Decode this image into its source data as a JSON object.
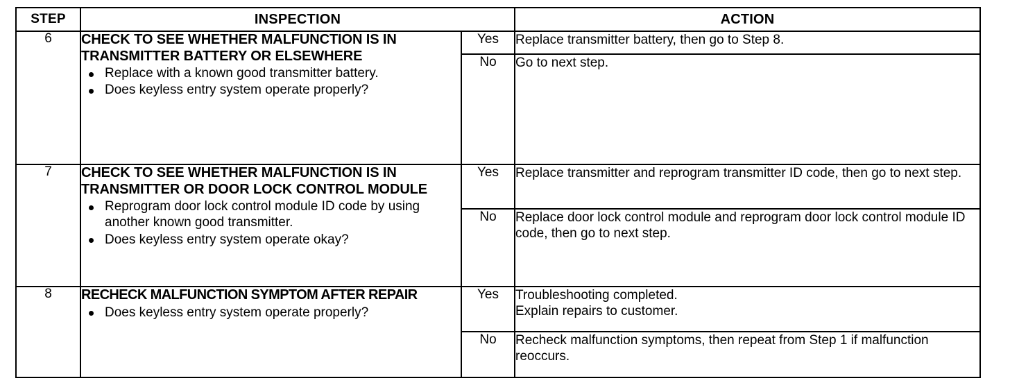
{
  "table": {
    "headers": {
      "step": "STEP",
      "inspection": "INSPECTION",
      "action": "ACTION"
    },
    "rows": [
      {
        "step": "6",
        "inspection_title": "CHECK TO SEE WHETHER MALFUNCTION IS IN TRANSMITTER BATTERY OR ELSEWHERE",
        "bullets": [
          "Replace with a known good transmitter battery.",
          "Does keyless entry system operate properly?"
        ],
        "branches": [
          {
            "label": "Yes",
            "action_lines": [
              "Replace transmitter battery, then go to Step 8."
            ]
          },
          {
            "label": "No",
            "action_lines": [
              "Go to next step."
            ]
          }
        ]
      },
      {
        "step": "7",
        "inspection_title": "CHECK TO SEE WHETHER MALFUNCTION IS IN TRANSMITTER OR DOOR LOCK CONTROL MODULE",
        "bullets": [
          "Reprogram door lock control module ID code by using another known good transmitter.",
          "Does keyless entry system operate okay?"
        ],
        "branches": [
          {
            "label": "Yes",
            "action_lines": [
              "Replace transmitter and reprogram transmitter ID code, then go to next step."
            ]
          },
          {
            "label": "No",
            "action_lines": [
              "Replace door lock control module and reprogram door lock control module ID code, then go to next step."
            ]
          }
        ]
      },
      {
        "step": "8",
        "inspection_title": "RECHECK MALFUNCTION SYMPTOM AFTER REPAIR",
        "bullets": [
          "Does keyless entry system operate properly?"
        ],
        "branches": [
          {
            "label": "Yes",
            "action_lines": [
              "Troubleshooting completed.",
              "Explain repairs to customer."
            ]
          },
          {
            "label": "No",
            "action_lines": [
              "Recheck malfunction symptoms, then repeat from Step 1 if malfunction reoccurs."
            ]
          }
        ]
      }
    ]
  },
  "colors": {
    "ink": "#000000",
    "paper": "#ffffff"
  }
}
